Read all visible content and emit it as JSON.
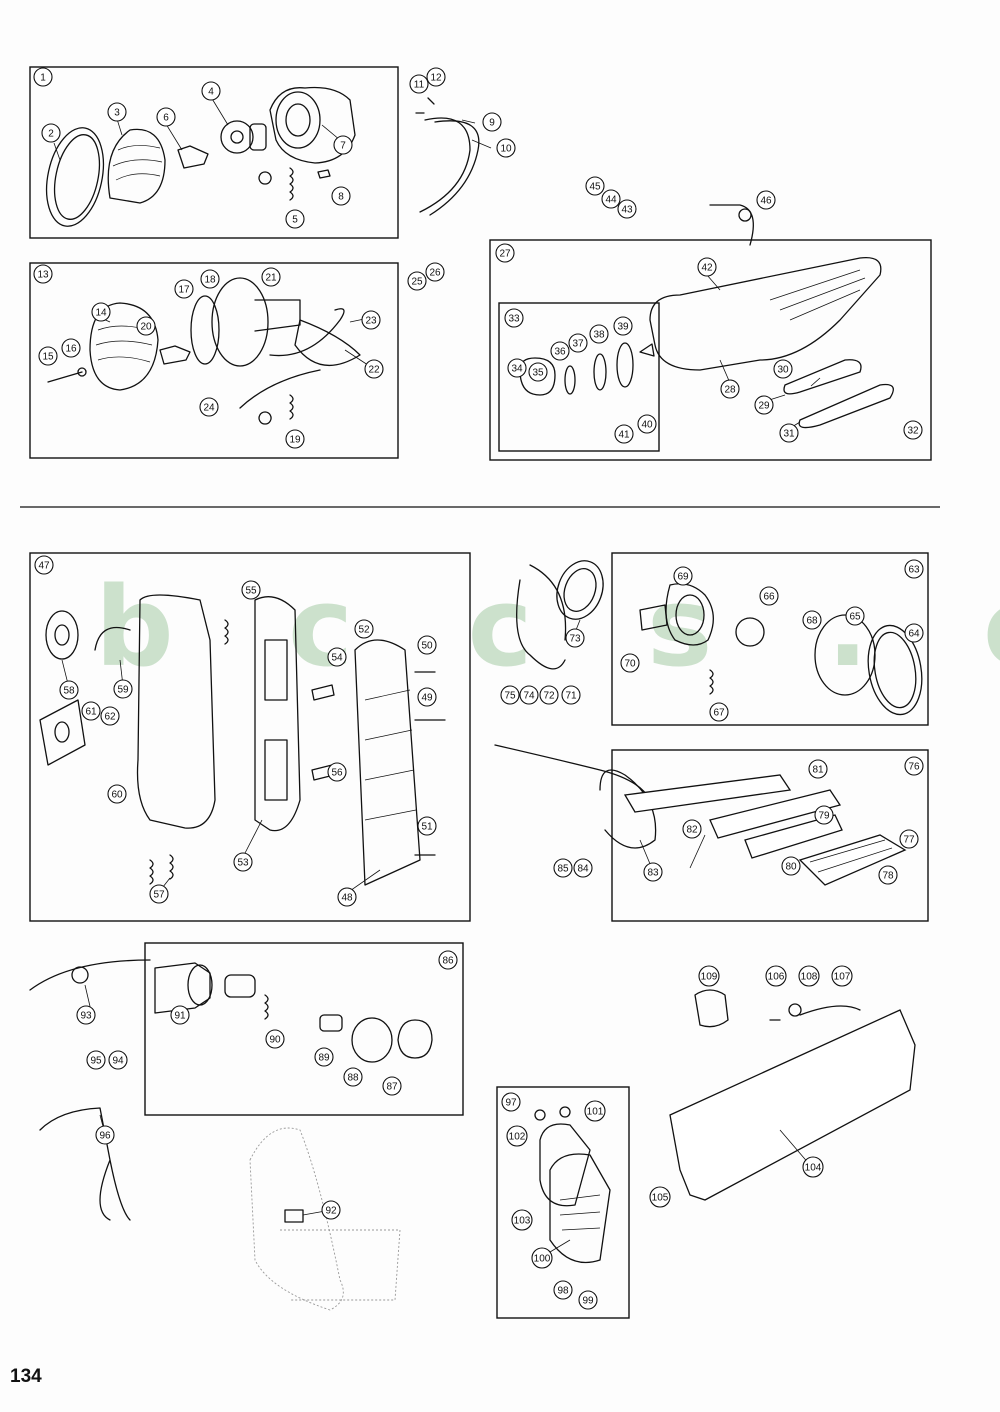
{
  "page_number": "134",
  "watermark": "b c c s . c h",
  "callouts": [
    "1",
    "2",
    "3",
    "4",
    "5",
    "6",
    "7",
    "8",
    "9",
    "10",
    "11",
    "12",
    "13",
    "14",
    "15",
    "16",
    "17",
    "18",
    "19",
    "20",
    "21",
    "22",
    "23",
    "24",
    "25",
    "26",
    "27",
    "28",
    "29",
    "30",
    "31",
    "32",
    "33",
    "34",
    "35",
    "36",
    "37",
    "38",
    "39",
    "40",
    "41",
    "42",
    "43",
    "44",
    "45",
    "46",
    "47",
    "48",
    "49",
    "50",
    "51",
    "52",
    "53",
    "54",
    "55",
    "56",
    "57",
    "58",
    "59",
    "60",
    "61",
    "62",
    "63",
    "64",
    "65",
    "66",
    "67",
    "68",
    "69",
    "70",
    "71",
    "72",
    "73",
    "74",
    "75",
    "76",
    "77",
    "78",
    "79",
    "80",
    "81",
    "82",
    "83",
    "84",
    "85",
    "86",
    "87",
    "88",
    "89",
    "90",
    "91",
    "92",
    "93",
    "94",
    "95",
    "96",
    "97",
    "98",
    "99",
    "100",
    "101",
    "102",
    "103",
    "104",
    "105",
    "106",
    "107",
    "108",
    "109"
  ]
}
